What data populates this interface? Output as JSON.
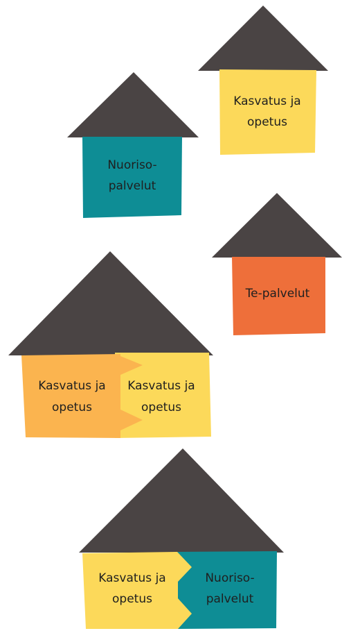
{
  "colors": {
    "roof": "#4a4444",
    "yellow": "#fcd95a",
    "teal": "#0e8d95",
    "orange": "#ee6f3a",
    "light_orange": "#fbb44f",
    "text": "#1f1f1f"
  },
  "house_top_right": {
    "line1": "Kasvatus ja",
    "line2": "opetus"
  },
  "house_teal": {
    "line1": "Nuoriso-",
    "line2": "palvelut"
  },
  "house_orange": {
    "line1": "Te-palvelut"
  },
  "house_combo_1": {
    "left_line1": "Kasvatus ja",
    "left_line2": "opetus",
    "right_line1": "Kasvatus ja",
    "right_line2": "opetus"
  },
  "house_combo_2": {
    "left_line1": "Kasvatus ja",
    "left_line2": "opetus",
    "right_line1": "Nuoriso-",
    "right_line2": "palvelut"
  }
}
